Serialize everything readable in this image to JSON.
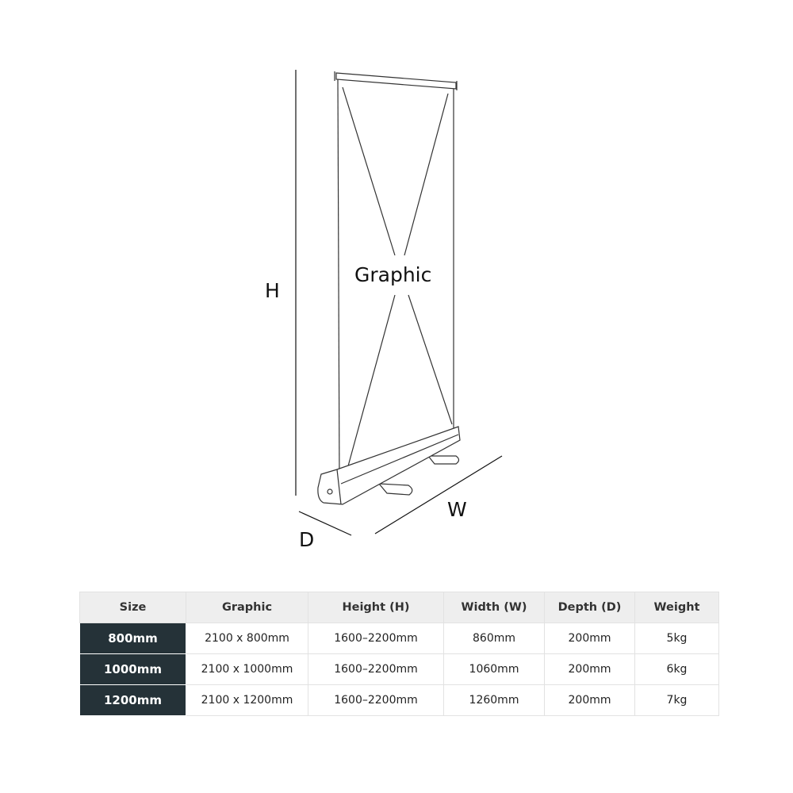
{
  "diagram": {
    "graphic_label": "Graphic",
    "height_label": "H",
    "width_label": "W",
    "depth_label": "D"
  },
  "table": {
    "headers": [
      "Size",
      "Graphic",
      "Height (H)",
      "Width (W)",
      "Depth (D)",
      "Weight"
    ],
    "rows": [
      [
        "800mm",
        "2100 x 800mm",
        "1600–2200mm",
        "860mm",
        "200mm",
        "5kg"
      ],
      [
        "1000mm",
        "2100 x 1000mm",
        "1600–2200mm",
        "1060mm",
        "200mm",
        "6kg"
      ],
      [
        "1200mm",
        "2100 x 1200mm",
        "1600–2200mm",
        "1260mm",
        "200mm",
        "7kg"
      ]
    ],
    "size_cell_color": "#253238",
    "header_color": "#eeeeee"
  }
}
